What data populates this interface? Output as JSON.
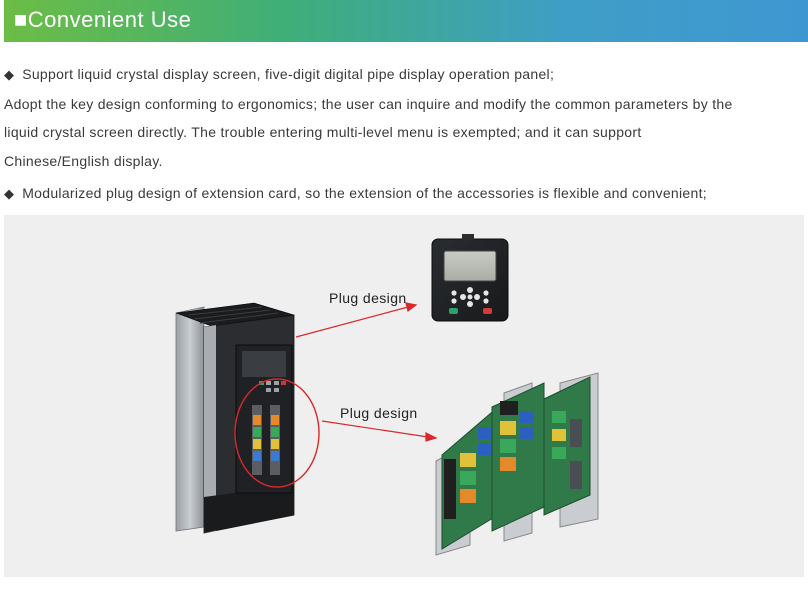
{
  "header": {
    "bullet_glyph": "■",
    "title": "Convenient Use"
  },
  "content": {
    "bullet_glyph": "◆",
    "point1_line1": "Support liquid crystal display screen, five-digit digital pipe display operation panel;",
    "point1_line2": "Adopt the key design conforming to ergonomics; the user can inquire and modify the common parameters by the",
    "point1_line3": "liquid crystal screen directly. The trouble entering multi-level menu is exempted; and it can support",
    "point1_line4": "Chinese/English display.",
    "point2_line1": "Modularized plug design of extension card, so the extension of the accessories is flexible and convenient;"
  },
  "figure": {
    "callout_top_label": "Plug design",
    "callout_bottom_label": "Plug design"
  }
}
